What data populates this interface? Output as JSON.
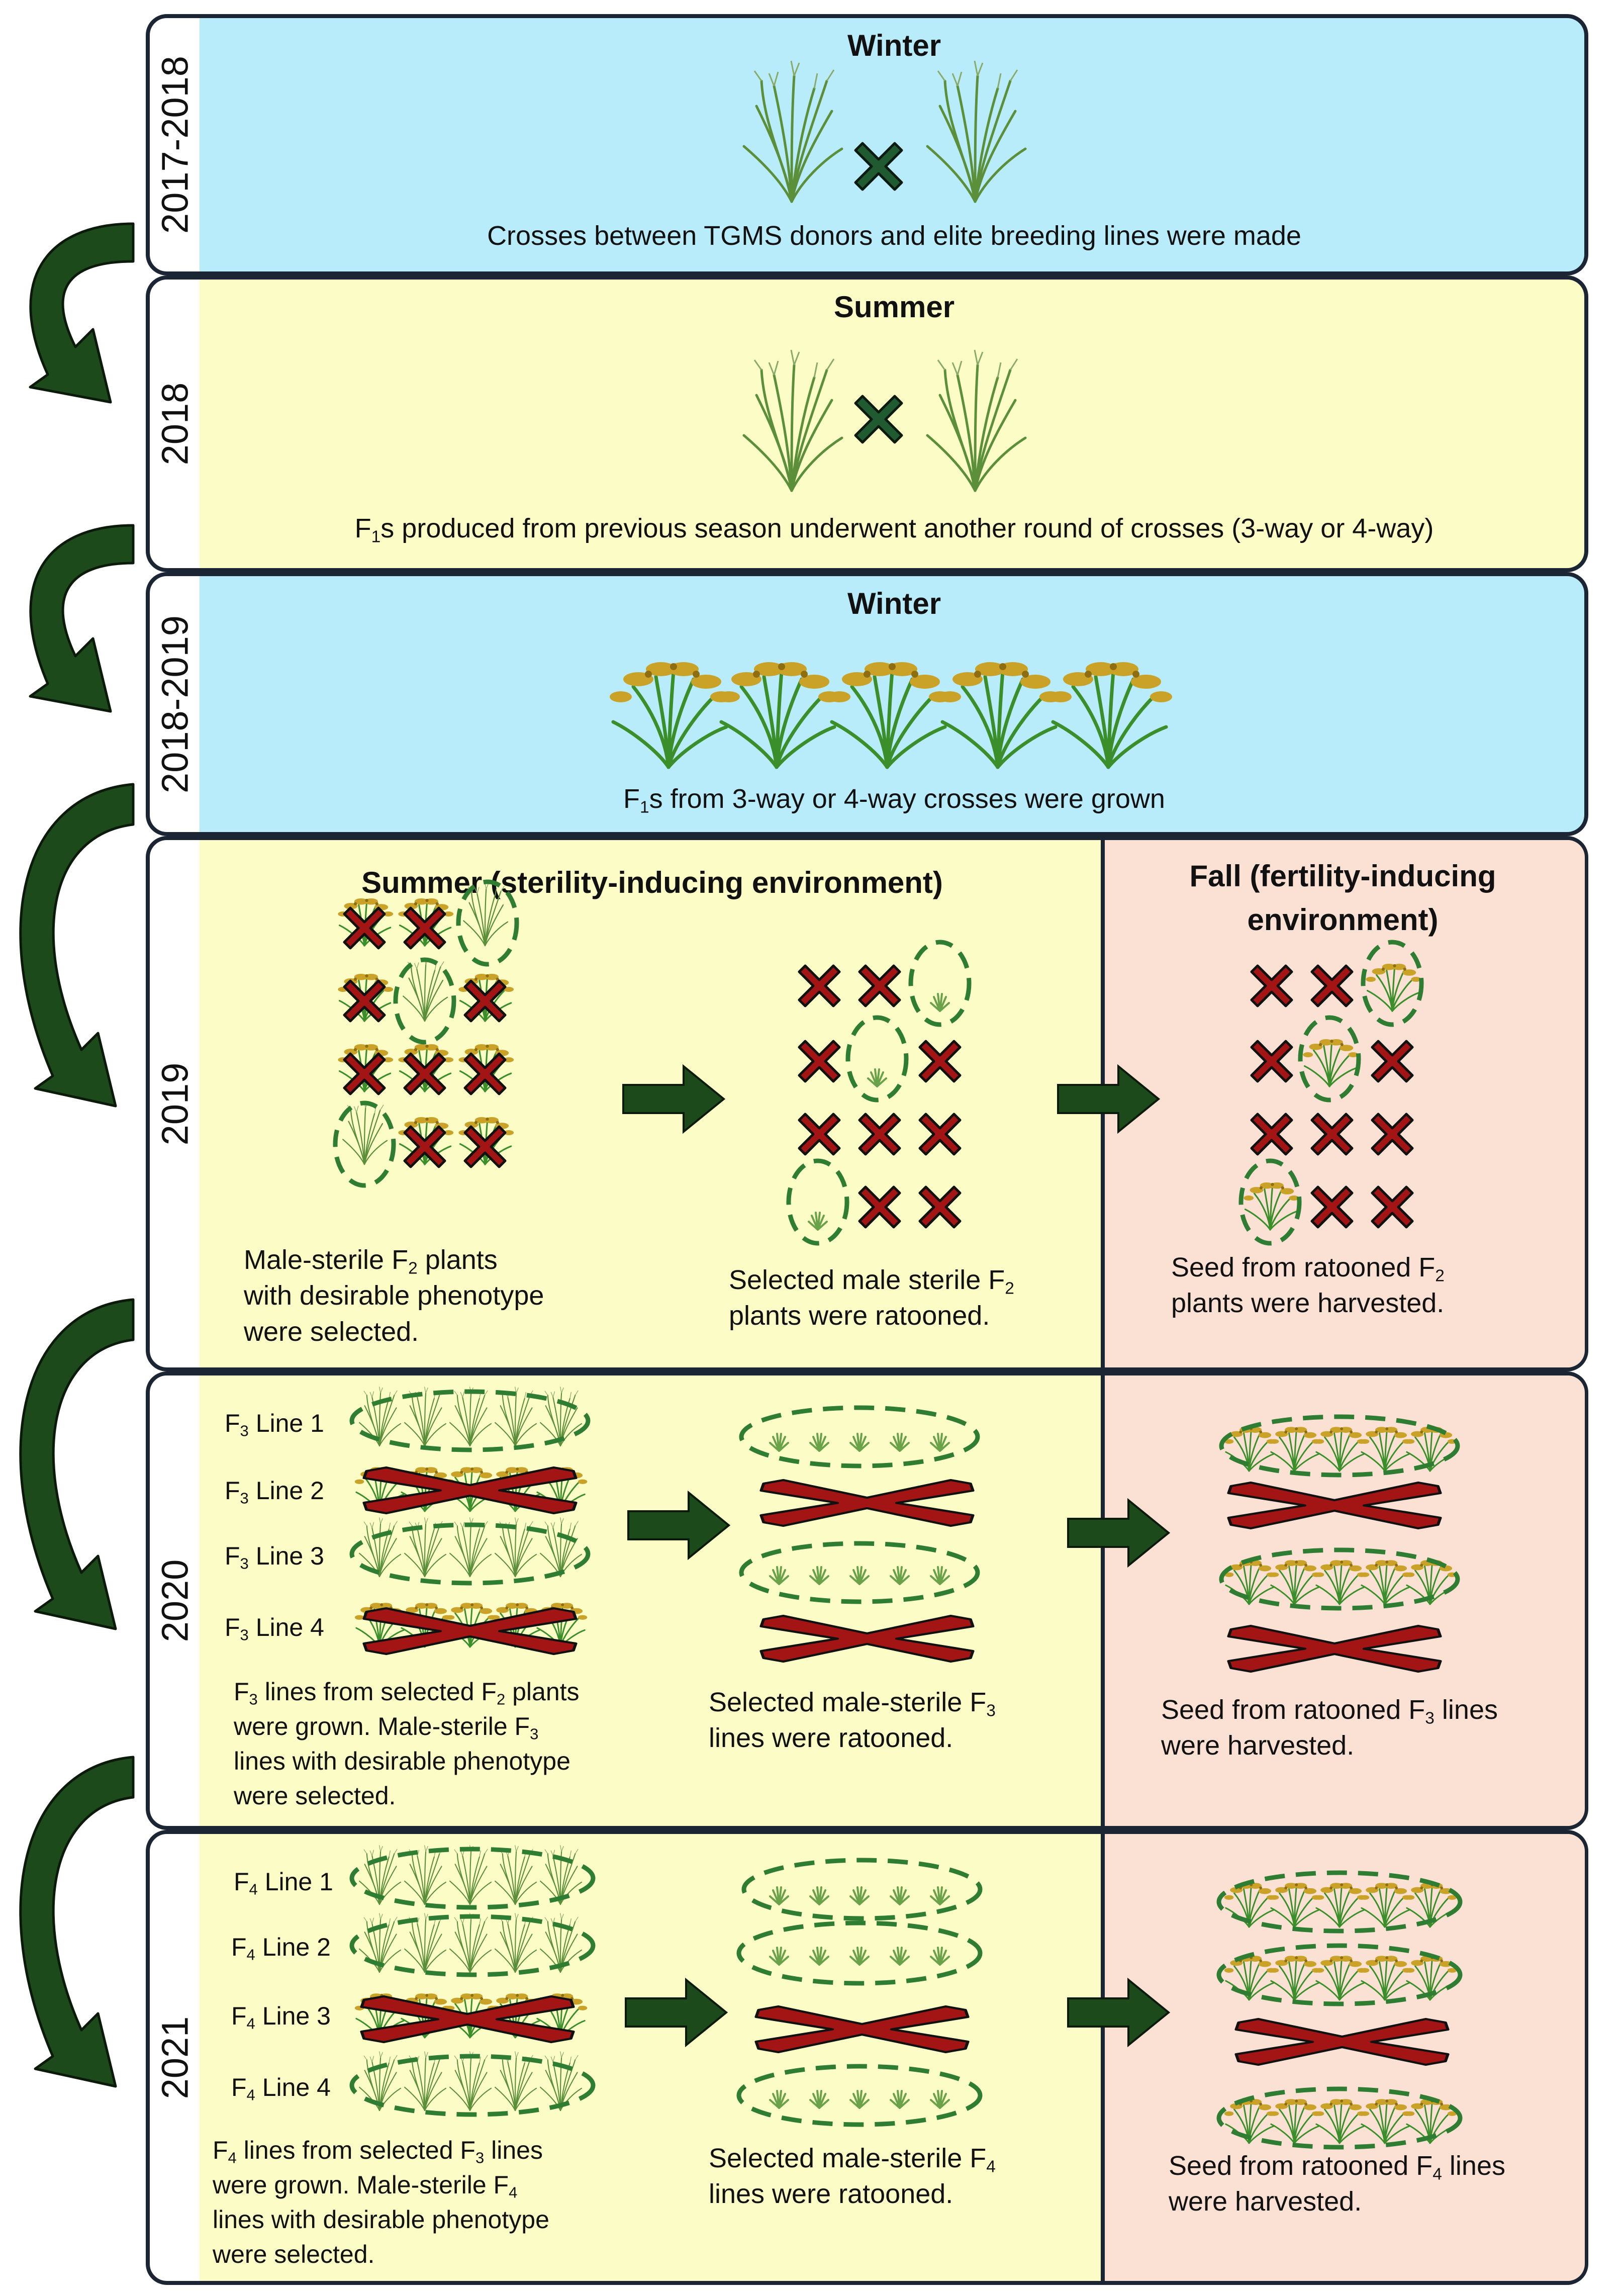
{
  "rows": [
    {
      "year": "2017-2018",
      "season": "Winter",
      "caption": "Crosses between TGMS donors and elite breeding lines were made"
    },
    {
      "year": "2018",
      "season": "Summer",
      "caption_pre": "F",
      "caption_sub": "1",
      "caption_post": "s produced from previous season underwent another round of crosses (3-way or 4-way)"
    },
    {
      "year": "2018-2019",
      "season": "Winter",
      "caption_pre": "F",
      "caption_sub": "1",
      "caption_post": "s from 3-way or 4-way crosses were grown"
    },
    {
      "year": "2019",
      "summer_title": "Summer (sterility-inducing environment)",
      "fall_title_1": "Fall (fertility-inducing",
      "fall_title_2": "environment)",
      "cap_a_1": "Male-sterile F",
      "cap_a_sub": "2",
      "cap_a_2": " plants",
      "cap_a_3": "with desirable phenotype",
      "cap_a_4": "were selected.",
      "cap_b_1": "Selected male sterile F",
      "cap_b_sub": "2",
      "cap_b_2": "plants were ratooned.",
      "cap_c_1": "Seed from ratooned F",
      "cap_c_sub": "2",
      "cap_c_2": "plants were harvested."
    },
    {
      "year": "2020",
      "line_prefix": "F",
      "line_sub": "3",
      "lines": [
        " Line 1",
        " Line 2",
        " Line 3",
        " Line 4"
      ],
      "cap_a_1": "F",
      "cap_a_sub1": "3",
      "cap_a_2": " lines from selected F",
      "cap_a_sub2": "2",
      "cap_a_3": " plants",
      "cap_a_4": "were grown. Male-sterile F",
      "cap_a_sub3": "3",
      "cap_a_5": "lines with desirable phenotype",
      "cap_a_6": "were selected.",
      "cap_b_1": "Selected male-sterile F",
      "cap_b_sub": "3",
      "cap_b_2": "lines were ratooned.",
      "cap_c_1": "Seed from ratooned F",
      "cap_c_sub": "3",
      "cap_c_2": " lines",
      "cap_c_3": "were harvested."
    },
    {
      "year": "2021",
      "line_prefix": "F",
      "line_sub": "4",
      "lines": [
        " Line 1",
        " Line 2",
        " Line 3",
        " Line 4"
      ],
      "cap_a_1": "F",
      "cap_a_sub1": "4",
      "cap_a_2": " lines from selected F",
      "cap_a_sub2": "3",
      "cap_a_3": " lines",
      "cap_a_4": "were grown. Male-sterile F",
      "cap_a_sub3": "4",
      "cap_a_5": "lines with desirable phenotype",
      "cap_a_6": "were selected.",
      "cap_b_1": "Selected male-sterile F",
      "cap_b_sub": "4",
      "cap_b_2": "lines were ratooned.",
      "cap_c_1": "Seed from ratooned F",
      "cap_c_sub": "4",
      "cap_c_2": " lines",
      "cap_c_3": "were harvested."
    }
  ],
  "colors": {
    "winter": "#b9ecfb",
    "summer": "#fcfcc6",
    "fall": "#fbe1d3",
    "arrow": "#1d4a1a",
    "cross": "#a31515",
    "border": "#1c2533",
    "ellipse": "#2e7d32"
  }
}
